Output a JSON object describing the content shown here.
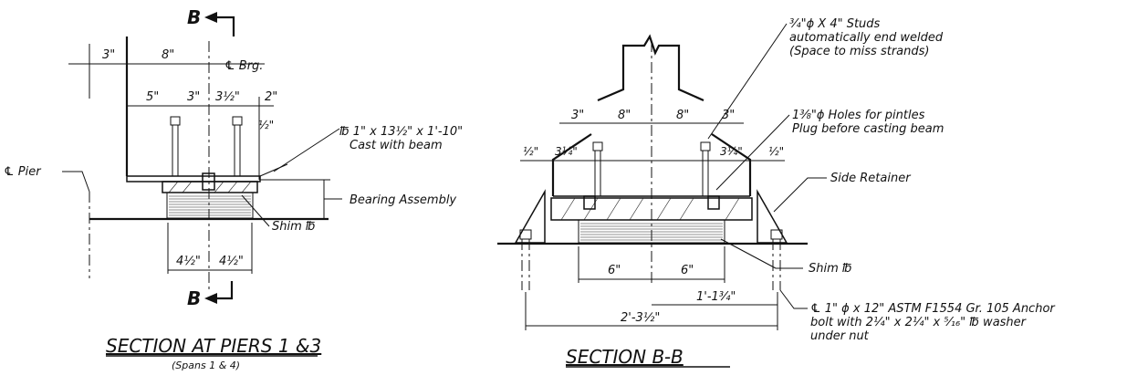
{
  "section_a": {
    "cut_label_top": "B",
    "cut_label_bottom": "B",
    "dim_3": "3\"",
    "dim_8": "8\"",
    "brg_label": "℄ Brg.",
    "dim_5": "5\"",
    "dim_3b": "3\"",
    "dim_3half": "3½\"",
    "dim_2": "2\"",
    "dim_half": "½\"",
    "plate_label_1": "℔ 1\" x 13½\" x 1'-10\"",
    "plate_label_2": "Cast with beam",
    "pier_label": "℄ Pier",
    "bearing_label": "Bearing Assembly",
    "shim_label": "Shim ℔",
    "dim_4half_a": "4½\"",
    "dim_4half_b": "4½\"",
    "title": "SECTION AT PIERS 1 &3",
    "subtitle": "(Spans 1 & 4)"
  },
  "section_b": {
    "studs_1": "¾\"ϕ X 4\" Studs",
    "studs_2": "automatically end welded",
    "studs_3": "(Space to miss strands)",
    "holes_1": "1⅜\"ϕ Holes for pintles",
    "holes_2": "Plug before casting beam",
    "dim_3l": "3\"",
    "dim_8l": "8\"",
    "dim_8r": "8\"",
    "dim_3r": "3\"",
    "dim_half_l": "½\"",
    "dim_34_l": "3¼\"",
    "dim_34_r": "3¼\"",
    "dim_half_r": "½\"",
    "side_retainer": "Side Retainer",
    "shim_label": "Shim ℔",
    "dim_6l": "6\"",
    "dim_6r": "6\"",
    "dim_1_134": "1'-1¾\"",
    "dim_2_312": "2'-3½\"",
    "anchor_1": "℄ 1\"  ϕ x 12\" ASTM F1554 Gr. 105 Anchor",
    "anchor_2": "bolt with 2¼\" x 2¼\" x ⁵⁄₁₆\" ℔ washer",
    "anchor_3": "under nut",
    "title": "SECTION B-B"
  }
}
